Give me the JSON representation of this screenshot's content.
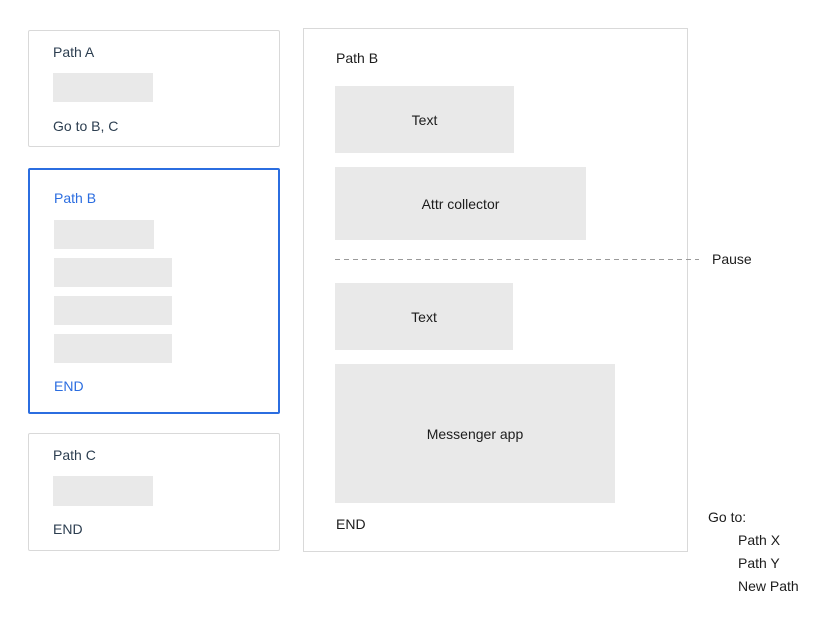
{
  "colors": {
    "accent_blue": "#2b6de0",
    "navy_text": "#2c3e50",
    "black_text": "#1c1c1c",
    "block_gray": "#e9e9e9",
    "card_border": "#d9d9d9",
    "dash_gray": "#9a9a9a",
    "canvas_bg": "#ffffff"
  },
  "mini_cards": [
    {
      "title": "Path A",
      "footer": "Go to B, C",
      "selected": false
    },
    {
      "title": "Path B",
      "footer": "END",
      "selected": true
    },
    {
      "title": "Path C",
      "footer": "END",
      "selected": false
    }
  ],
  "detail_card": {
    "title": "Path B",
    "node_text_1": "Text",
    "node_attr_collector": "Attr collector",
    "node_text_2": "Text",
    "node_messenger": "Messenger app",
    "end_label": "END"
  },
  "pause": {
    "label": "Pause"
  },
  "goto_menu": {
    "label": "Go to:",
    "items": [
      "Path X",
      "Path Y",
      "New Path"
    ]
  }
}
